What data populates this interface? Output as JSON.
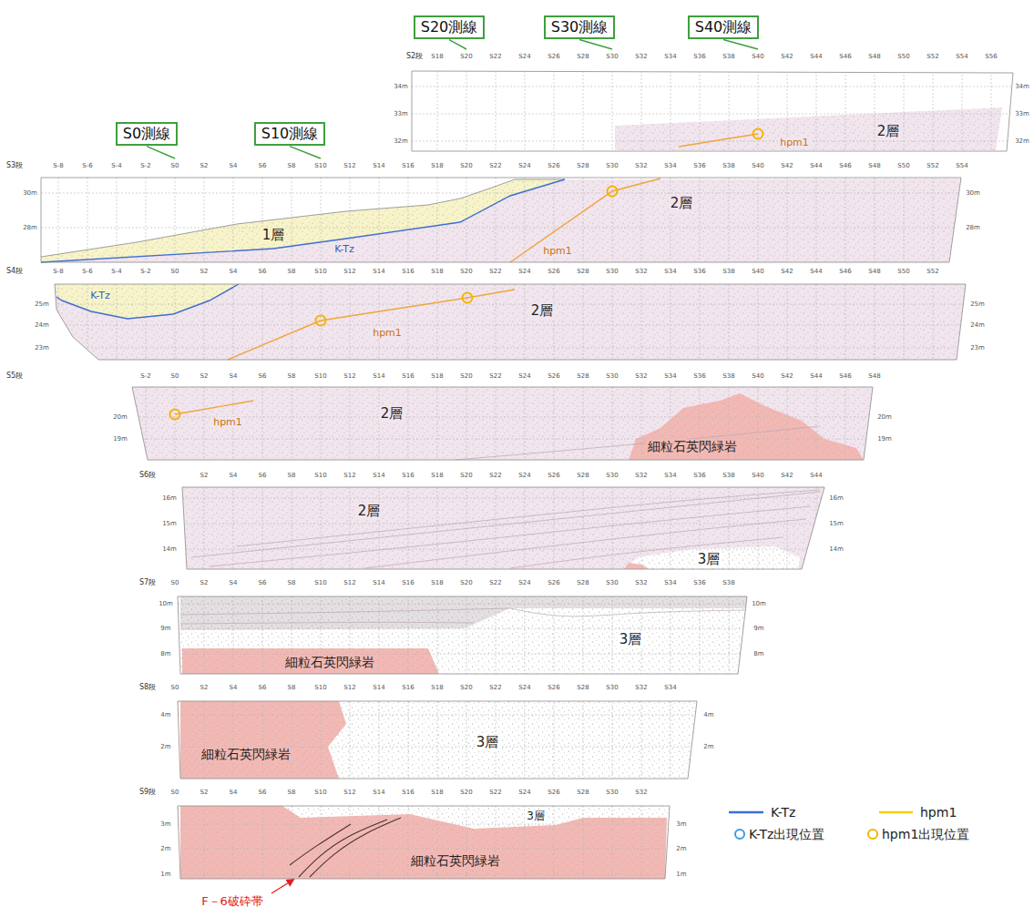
{
  "diagram": {
    "nodes": [
      {
        "text": [
          "S20測線"
        ]
      },
      {
        "text": [
          "S30測線"
        ]
      },
      {
        "text": [
          "S40測線"
        ]
      },
      {
        "text": [
          "S0測線"
        ]
      },
      {
        "text": [
          "S10測線"
        ]
      }
    ],
    "labels": [
      "S2段",
      "S18",
      "S20",
      "S22",
      "S24",
      "S26",
      "S28",
      "S30",
      "S32",
      "S34",
      "S36",
      "S38",
      "S40",
      "S42",
      "S44",
      "S46",
      "S48",
      "S50",
      "S52",
      "S54",
      "S56",
      "34m",
      "33m",
      "32m",
      "34m",
      "33m",
      "32m",
      "hpm1",
      "2層",
      "S3段",
      "S-8",
      "S-6",
      "S-4",
      "S-2",
      "S0",
      "S2",
      "S4",
      "S6",
      "S8",
      "S10",
      "S12",
      "S14",
      "S16",
      "S18",
      "S20",
      "S22",
      "S24",
      "S26",
      "S28",
      "S30",
      "S32",
      "S34",
      "S36",
      "S38",
      "S40",
      "S42",
      "S44",
      "S46",
      "S48",
      "S50",
      "S52",
      "S54",
      "30m",
      "28m",
      "30m",
      "28m",
      "1層",
      "K-Tz",
      "hpm1",
      "2層",
      "S4段",
      "S-8",
      "S-6",
      "S-4",
      "S-2",
      "S0",
      "S2",
      "S4",
      "S6",
      "S8",
      "S10",
      "S12",
      "S14",
      "S16",
      "S18",
      "S20",
      "S22",
      "S24",
      "S26",
      "S28",
      "S30",
      "S32",
      "S34",
      "S36",
      "S38",
      "S40",
      "S42",
      "S44",
      "S46",
      "S48",
      "S50",
      "S52",
      "25m",
      "24m",
      "23m",
      "25m",
      "24m",
      "23m",
      "K-Tz",
      "hpm1",
      "2層",
      "S5段",
      "S-2",
      "S0",
      "S2",
      "S4",
      "S6",
      "S8",
      "S10",
      "S12",
      "S14",
      "S16",
      "S18",
      "S20",
      "S22",
      "S24",
      "S26",
      "S28",
      "S30",
      "S32",
      "S34",
      "S36",
      "S38",
      "S40",
      "S42",
      "S44",
      "S46",
      "S48",
      "20m",
      "19m",
      "20m",
      "19m",
      "hpm1",
      "2層",
      "細粒石英閃緑岩",
      "S6段",
      "S2",
      "S4",
      "S6",
      "S8",
      "S10",
      "S12",
      "S14",
      "S16",
      "S18",
      "S20",
      "S22",
      "S24",
      "S26",
      "S28",
      "S30",
      "S32",
      "S34",
      "S36",
      "S38",
      "S40",
      "S42",
      "S44",
      "16m",
      "15m",
      "14m",
      "16m",
      "15m",
      "14m",
      "2層",
      "3層",
      "S7段",
      "S0",
      "S2",
      "S4",
      "S6",
      "S8",
      "S10",
      "S12",
      "S14",
      "S16",
      "S18",
      "S20",
      "S22",
      "S24",
      "S26",
      "S28",
      "S30",
      "S32",
      "S34",
      "S36",
      "S38",
      "10m",
      "9m",
      "8m",
      "10m",
      "9m",
      "8m",
      "細粒石英閃緑岩",
      "3層",
      "S8段",
      "S0",
      "S2",
      "S4",
      "S6",
      "S8",
      "S10",
      "S12",
      "S14",
      "S16",
      "S18",
      "S20",
      "S22",
      "S24",
      "S26",
      "S28",
      "S30",
      "S32",
      "S34",
      "4m",
      "2m",
      "4m",
      "2m",
      "細粒石英閃緑岩",
      "3層",
      "S9段",
      "S0",
      "S2",
      "S4",
      "S6",
      "S8",
      "S10",
      "S12",
      "S14",
      "S16",
      "S18",
      "S20",
      "S22",
      "S24",
      "S26",
      "S28",
      "S30",
      "S32",
      "3m",
      "2m",
      "1m",
      "3m",
      "2m",
      "1m",
      "3層",
      "細粒石英閃緑岩",
      "F－6破砕帯"
    ],
    "legend": [
      {
        "text": "K-Tz"
      },
      {
        "text": "hpm1"
      },
      {
        "text": "K-Tz出現位置"
      },
      {
        "text": "hpm1出現位置"
      }
    ]
  }
}
